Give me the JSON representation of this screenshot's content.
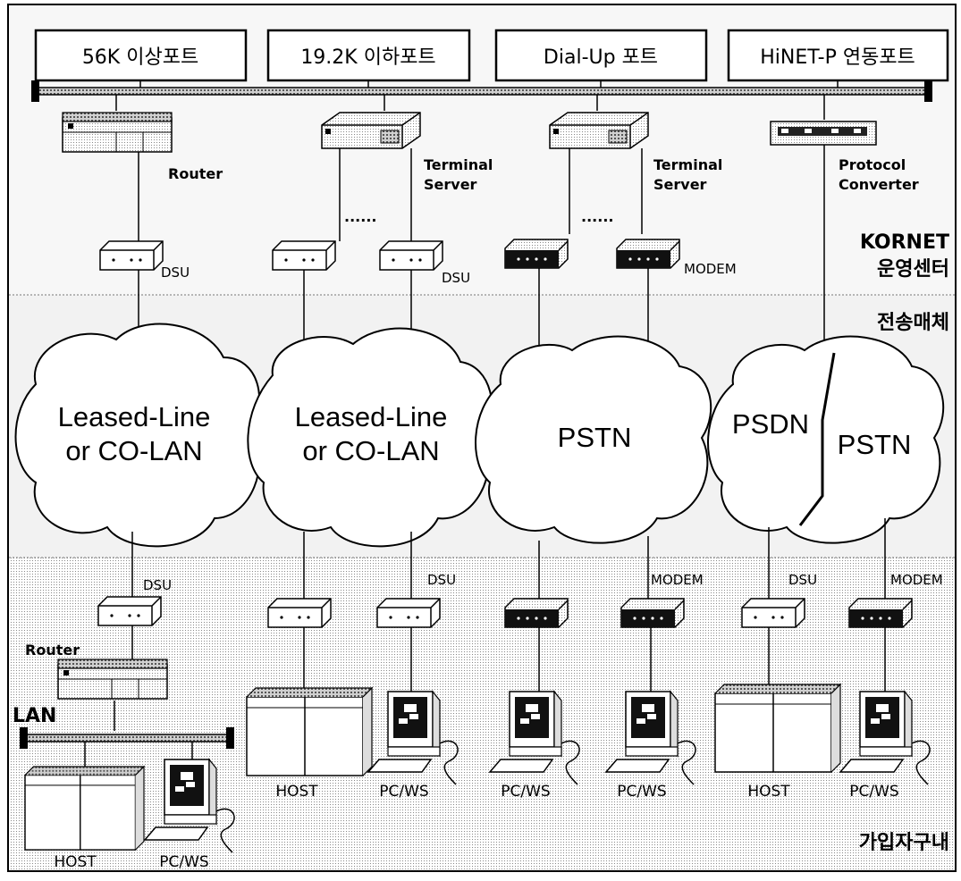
{
  "ports": [
    {
      "label": "56K 이상포트"
    },
    {
      "label": "19.2K 이하포트"
    },
    {
      "label": "Dial-Up 포트"
    },
    {
      "label": "HiNET-P 연동포트"
    }
  ],
  "center_devices": {
    "router": "Router",
    "ts1": [
      "Terminal",
      "Server"
    ],
    "ts2": [
      "Terminal",
      "Server"
    ],
    "pc": [
      "Protocol",
      "Converter"
    ],
    "dots": "......"
  },
  "center_links": {
    "dsu1": "DSU",
    "dsu2": "DSU",
    "modem": "MODEM"
  },
  "zones": {
    "center": [
      "KORNET",
      "운영센터"
    ],
    "media": "전송매체",
    "subscriber": "가입자구내"
  },
  "clouds": {
    "c1": [
      "Leased-Line",
      "or  CO-LAN"
    ],
    "c2": [
      "Leased-Line",
      "or  CO-LAN"
    ],
    "c3": "PSTN",
    "c4a": "PSDN",
    "c4b": "PSTN"
  },
  "subscriber": {
    "dsu_a": "DSU",
    "dsu_b": "DSU",
    "modem_a": "MODEM",
    "dsu_c": "DSU",
    "modem_b": "MODEM",
    "router": "Router",
    "lan": "LAN",
    "host1": "HOST",
    "pcws1": "PC/WS",
    "host2": "HOST",
    "pcws2": "PC/WS",
    "pcws3": "PC/WS",
    "pcws4": "PC/WS",
    "host3": "HOST",
    "pcws5": "PC/WS"
  }
}
